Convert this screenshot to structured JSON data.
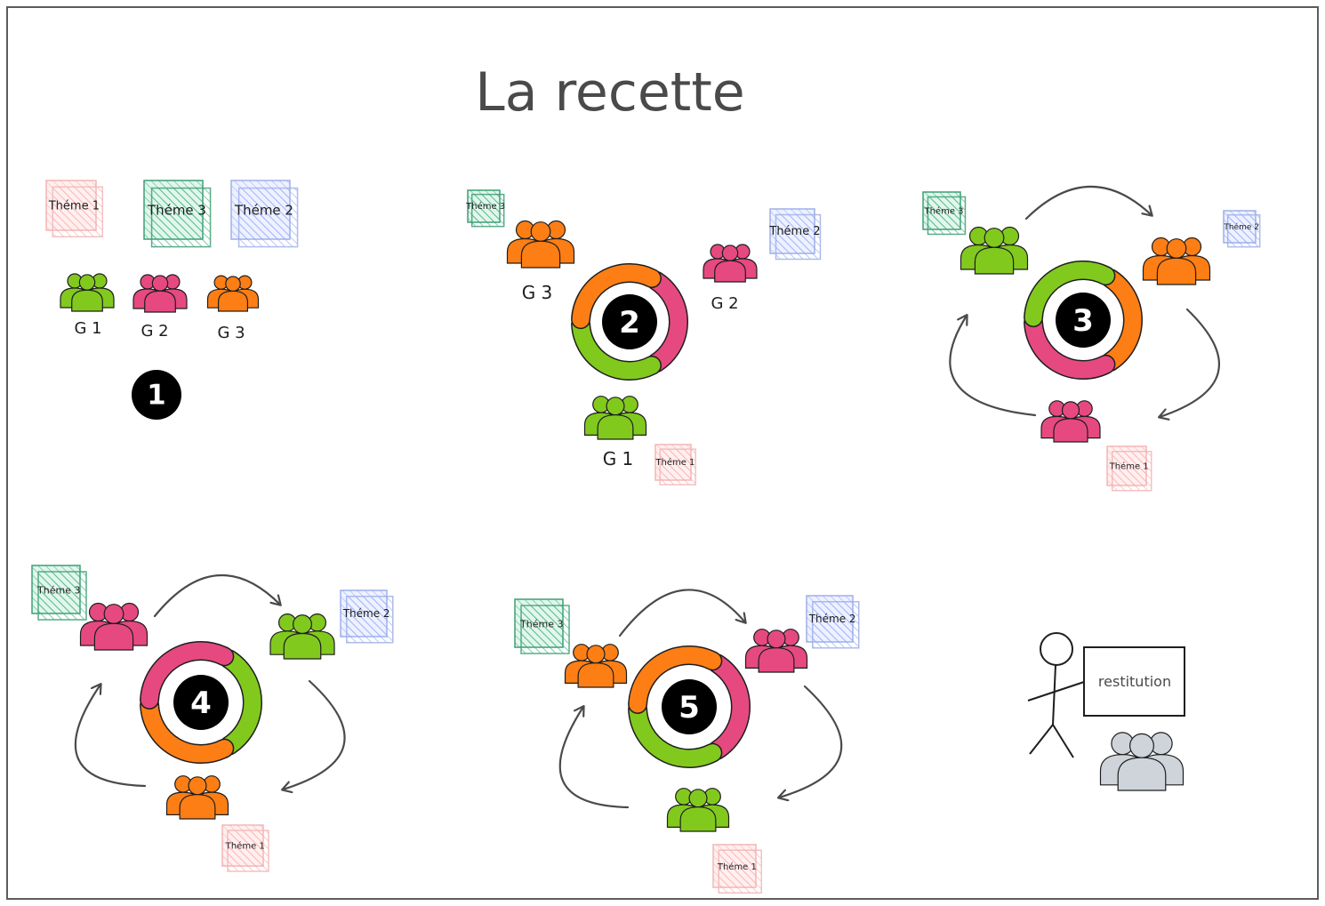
{
  "title": "La recette",
  "colors": {
    "green": "#82c91e",
    "pink": "#e64980",
    "orange": "#fd7e14",
    "gray": "#ced4da",
    "theme1": "#ffc9c9",
    "theme2": "#bac8ff",
    "theme3": "#63c69a",
    "ink": "#1e1e1e",
    "frame": "#5c5c5c"
  },
  "themes": {
    "theme1": "Théme 1",
    "theme2": "Théme 2",
    "theme3": "Théme 3"
  },
  "groups": {
    "g1": "G 1",
    "g2": "G 2",
    "g3": "G 3"
  },
  "steps": [
    "1",
    "2",
    "3",
    "4",
    "5"
  ],
  "restitution": "restitution"
}
